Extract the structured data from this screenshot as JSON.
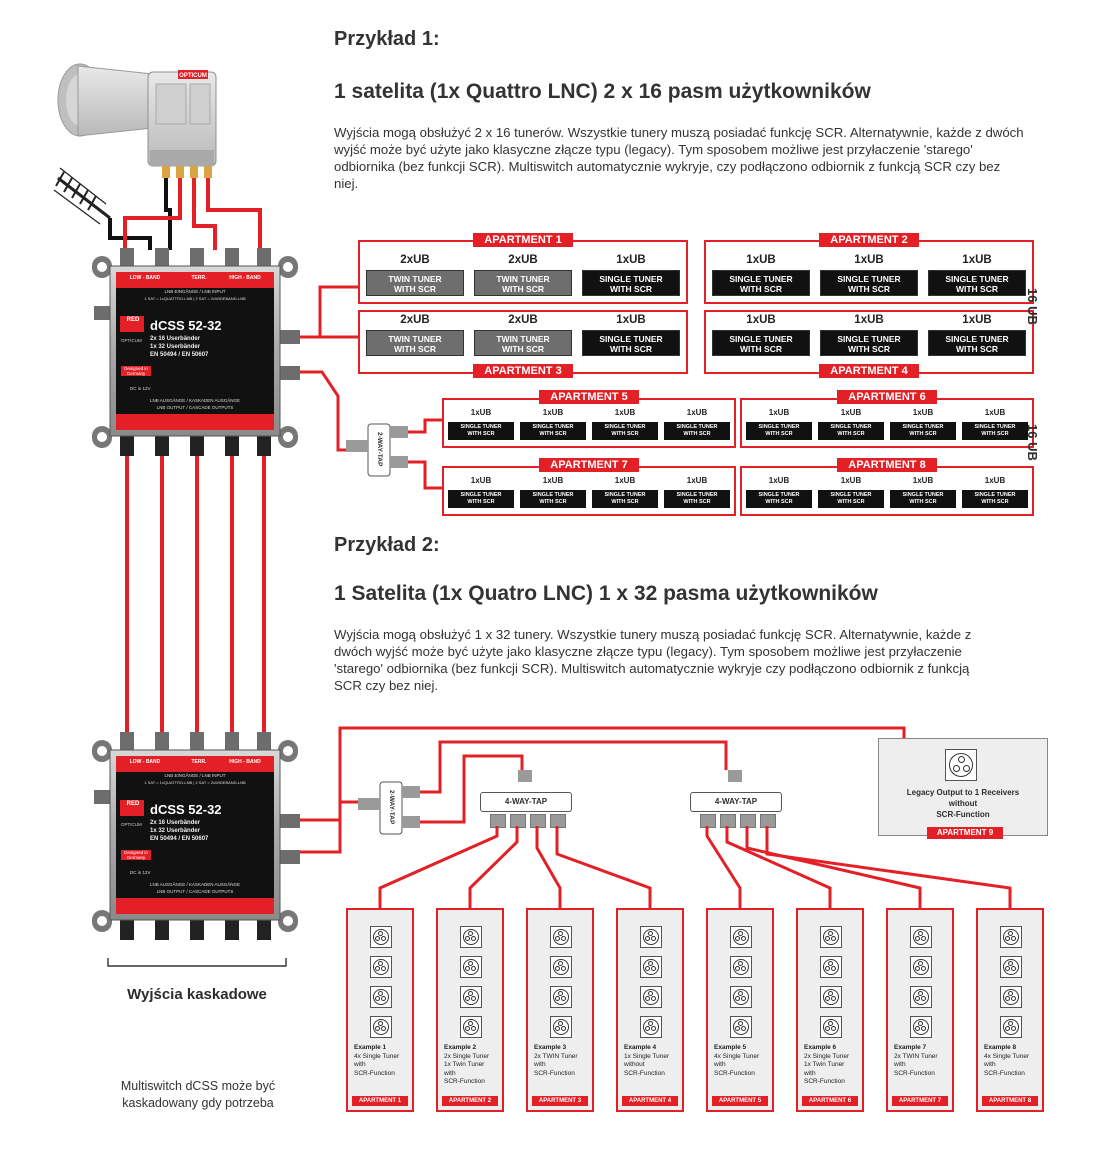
{
  "colors": {
    "red": "#e32026",
    "dark": "#1a1a1a",
    "grey": "#6e6e6e",
    "panel": "#eeeeee"
  },
  "example1": {
    "heading": "Przykład 1:",
    "title": "1 satelita (1x Quattro LNC) 2 x 16 pasm użytkowników",
    "desc": [
      "Wyjścia mogą obsłużyć 2 x 16 tunerów. Wszystkie tunery muszą posiadać funkcję SCR. Alternatywnie, każde z dwóch",
      "wyjść może być użyte jako klasyczne złącze  typu (legacy). Tym sposobem możliwe jest przyłaczenie 'starego'",
      "odbiornika (bez funkcji SCR). Multiswitch automatycznie wykryje, czy podłączono odbiornik z funkcją SCR czy bez",
      "niej."
    ],
    "side_label_1": "16 UB",
    "side_label_2": "16 UB",
    "tap_label": "2-WAY-TAP",
    "apartments_big": [
      {
        "name": "APARTMENT 1",
        "cells": [
          [
            "2xUB",
            "TWIN TUNER",
            "WITH SCR",
            "grey"
          ],
          [
            "2xUB",
            "TWIN TUNER",
            "WITH SCR",
            "grey"
          ],
          [
            "1xUB",
            "SINGLE TUNER",
            "WITH SCR",
            "dark"
          ]
        ]
      },
      {
        "name": "APARTMENT 2",
        "cells": [
          [
            "1xUB",
            "SINGLE TUNER",
            "WITH SCR",
            "dark"
          ],
          [
            "1xUB",
            "SINGLE TUNER",
            "WITH SCR",
            "dark"
          ],
          [
            "1xUB",
            "SINGLE TUNER",
            "WITH SCR",
            "dark"
          ]
        ]
      },
      {
        "name": "APARTMENT 3",
        "cells": [
          [
            "2xUB",
            "TWIN TUNER",
            "WITH SCR",
            "grey"
          ],
          [
            "2xUB",
            "TWIN TUNER",
            "WITH SCR",
            "grey"
          ],
          [
            "1xUB",
            "SINGLE TUNER",
            "WITH SCR",
            "dark"
          ]
        ]
      },
      {
        "name": "APARTMENT 4",
        "cells": [
          [
            "1xUB",
            "SINGLE TUNER",
            "WITH SCR",
            "dark"
          ],
          [
            "1xUB",
            "SINGLE TUNER",
            "WITH SCR",
            "dark"
          ],
          [
            "1xUB",
            "SINGLE TUNER",
            "WITH  SCR",
            "dark"
          ]
        ]
      }
    ],
    "apartments_small": [
      {
        "name": "APARTMENT 5",
        "cells": [
          [
            "1xUB",
            "SINGLE TUNER",
            "WITH SCR"
          ],
          [
            "1xUB",
            "SINGLE TUNER",
            "WITH SCR"
          ],
          [
            "1xUB",
            "SINGLE TUNER",
            "WITH SCR"
          ],
          [
            "1xUB",
            "SINGLE TUNER",
            "WITH SCR"
          ]
        ]
      },
      {
        "name": "APARTMENT 6",
        "cells": [
          [
            "1xUB",
            "SINGLE TUNER",
            "WITH SCR"
          ],
          [
            "1xUB",
            "SINGLE TUNER",
            "WITH SCR"
          ],
          [
            "1xUB",
            "SINGLE TUNER",
            "WITH SCR"
          ],
          [
            "1xUB",
            "SINGLE TUNER",
            "WITH SCR"
          ]
        ]
      },
      {
        "name": "APARTMENT 7",
        "cells": [
          [
            "1xUB",
            "SINGLE TUNER",
            "WITH  SCR"
          ],
          [
            "1xUB",
            "SINGLE TUNER",
            "WITH SCR"
          ],
          [
            "1xUB",
            "SINGLE TUNER",
            "WITH SCR"
          ],
          [
            "1xUB",
            "SINGLE TUNER",
            "WITH SCR"
          ]
        ]
      },
      {
        "name": "APARTMENT 8",
        "cells": [
          [
            "1xUB",
            "SINGLE TUNER",
            "WITH SCR"
          ],
          [
            "1xUB",
            "SINGLE TUNER",
            "WITH SCR"
          ],
          [
            "1xUB",
            "SINGLE TUNER",
            "WITH SCR"
          ],
          [
            "1xUB",
            "SINGLE TUNER",
            "WITH SCR"
          ]
        ]
      }
    ]
  },
  "example2": {
    "heading": "Przykład 2:",
    "title": "1 Satelita (1x Quatro LNC) 1 x 32 pasma użytkowników",
    "desc": [
      "Wyjścia mogą obsłużyć 1 x 32 tunery. Wszystkie tunery muszą posiadać funkcję SCR. Alternatywnie, każde z",
      "dwóch wyjść może być użyte jako klasyczne złącze  typu (legacy). Tym sposobem możliwe jest przyłaczenie",
      "'starego' odbiornika (bez funkcji SCR). Multiswitch automatycznie wykryje czy podłączono odbiornik z funkcją",
      "SCR czy bez niej."
    ],
    "tap2_label": "2-WAY-TAP",
    "tap4_label": "4-WAY-TAP",
    "legacy": {
      "lines": [
        "Legacy Output to 1 Receivers",
        "without",
        "SCR-Function"
      ],
      "apartment": "APARTMENT 9"
    },
    "examples": [
      {
        "lines": [
          "Example 1",
          "4x Single Tuner",
          "with",
          "SCR-Function"
        ],
        "apartment": "APARTMENT 1"
      },
      {
        "lines": [
          "Example  2",
          "2x Single Tuner",
          "1x Twin Tuner",
          "with",
          "SCR-Function"
        ],
        "apartment": "APARTMENT 2"
      },
      {
        "lines": [
          "Example  3",
          "2x TWIN Tuner",
          "with",
          "SCR-Function"
        ],
        "apartment": "APARTMENT 3"
      },
      {
        "lines": [
          "Example  4",
          "1x Single Tuner",
          "without",
          "SCR-Function"
        ],
        "apartment": "APARTMENT 4"
      },
      {
        "lines": [
          "Example 5",
          "4x Single Tuner",
          "with",
          "SCR-Function"
        ],
        "apartment": "APARTMENT 5"
      },
      {
        "lines": [
          "Example  6",
          "2x Single Tuner",
          "1x Twin Tuner",
          "with",
          "SCR-Function"
        ],
        "apartment": "APARTMENT 6"
      },
      {
        "lines": [
          "Example 7",
          "2x TWIN Tuner",
          "with",
          "SCR-Function"
        ],
        "apartment": "APARTMENT 7"
      },
      {
        "lines": [
          "Example 8",
          "4x Single Tuner",
          "with",
          "SCR-Function"
        ],
        "apartment": "APARTMENT 8"
      }
    ]
  },
  "device": {
    "model": "dCSS 52-32",
    "brand": "RED",
    "maker": "OPTICUM",
    "spec_lines": [
      "2x 16 Userbänder",
      "1x 32 Userbänder",
      "EN 50494 / EN 50607"
    ],
    "top_labels": [
      "LOW - BAND",
      "TERR.",
      "HIGH - BAND"
    ],
    "top_sub": "LNB EINGÄNGE / LNB INPUT",
    "top_sub2": "1 SAT = 1xQUATTRO-LNB  |  2 SAT = 2xWIDEBAND-LNB",
    "bottom_sub": "LNB AUSGÄNGE / KASKADEN AUSGÄNGE",
    "bottom_sub2": "LNB OUTPUT / CASCADE OUTPUTS",
    "dc": "DC in 12V",
    "designed": "Designed in Germany"
  },
  "lnb_brand": "OPTICUM",
  "cascade_label": "Wyjścia kaskadowe",
  "footer_lines": [
    "Multiswitch dCSS może być",
    "kaskadowany gdy potrzeba"
  ]
}
